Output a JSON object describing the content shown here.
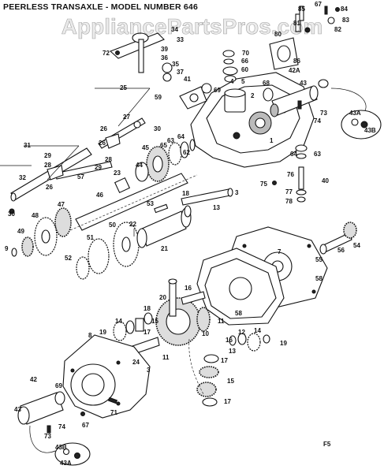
{
  "title": "PEERLESS TRANSAXLE - MODEL NUMBER 646",
  "watermark": "AppliancePartsPros.com",
  "page_mark": "F5",
  "callouts": {
    "p85": "85",
    "p67": "67",
    "p84": "84",
    "p83": "83",
    "p82": "82",
    "p34": "34",
    "p33": "33",
    "p72": "72",
    "p39": "39",
    "p36": "36",
    "p35": "35",
    "p37": "37",
    "p59": "59",
    "p41": "41",
    "p81": "81",
    "p80": "80",
    "p86": "86",
    "p42A": "42A",
    "p70": "70",
    "p66": "66",
    "p60": "60",
    "p4": "4",
    "p5": "5",
    "p69": "69",
    "p68": "68",
    "p2": "2",
    "p43": "43",
    "p73": "73",
    "p74": "74",
    "p43A_top": "43A",
    "p43B_top": "43B",
    "p25": "25",
    "p27": "27",
    "p26": "26",
    "p30_a": "30",
    "p1": "1",
    "p31": "31",
    "p29": "29",
    "p28": "28",
    "p26b": "26",
    "p28b": "28",
    "p29b": "29",
    "p57": "57",
    "p45": "45",
    "p65": "65",
    "p63": "63",
    "p64": "64",
    "p64b": "64",
    "p63b": "63",
    "p62": "62",
    "p44": "44",
    "p23": "23",
    "p32": "32",
    "p26c": "26",
    "p30_b": "30",
    "p75": "75",
    "p76": "76",
    "p77": "77",
    "p78": "78",
    "p40": "40",
    "p46": "46",
    "p47": "47",
    "p48": "48",
    "p53": "53",
    "p18": "18",
    "p3": "3",
    "p13": "13",
    "p22": "22",
    "p21": "21",
    "p50": "50",
    "p51": "51",
    "p49": "49",
    "p9": "9",
    "p52": "52",
    "p7": "7",
    "p58": "58",
    "p55": "55",
    "p56": "56",
    "p54": "54",
    "p20": "20",
    "p16": "16",
    "p58b": "58",
    "p18b": "18",
    "p14": "14",
    "p19": "19",
    "p10": "10",
    "p11": "11",
    "p15": "15",
    "p17": "17",
    "p12": "12",
    "p19b": "19",
    "p13b": "13",
    "p14b": "14",
    "p16b": "16",
    "p8": "8",
    "p24": "24",
    "p11b": "11",
    "p3b": "3",
    "p17b": "17",
    "p15b": "15",
    "p17c": "17",
    "p42": "42",
    "p69b": "69",
    "p43b": "43",
    "p74b": "74",
    "p73b": "73",
    "p67b": "67",
    "p71": "71",
    "p43B_bot": "43B",
    "p43A_bot": "43A"
  }
}
